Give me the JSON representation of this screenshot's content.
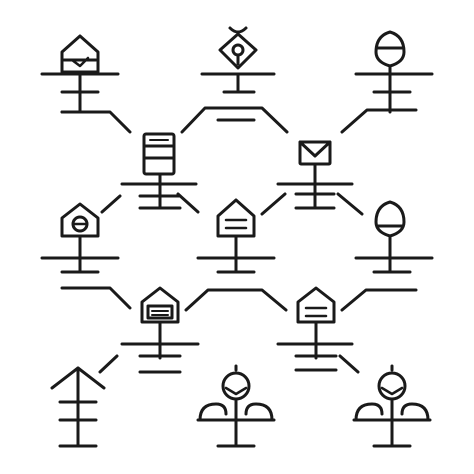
{
  "palette": {
    "background": "#ffffff",
    "ink": "#1a1a1a"
  },
  "icons": [
    {
      "id": "house-check",
      "kind": "house-check-icon"
    },
    {
      "id": "location-pin",
      "kind": "location-pin-icon"
    },
    {
      "id": "balloon-top-right",
      "kind": "balloon-icon"
    },
    {
      "id": "server",
      "kind": "server-icon"
    },
    {
      "id": "mail",
      "kind": "mail-icon"
    },
    {
      "id": "house-face",
      "kind": "house-face-icon"
    },
    {
      "id": "house-doc-center",
      "kind": "house-document-icon"
    },
    {
      "id": "balloon-mid-right",
      "kind": "balloon-icon"
    },
    {
      "id": "house-doc-left",
      "kind": "house-document-icon"
    },
    {
      "id": "house-doc-right",
      "kind": "house-document-icon"
    },
    {
      "id": "tree",
      "kind": "tree-icon"
    },
    {
      "id": "scale-person-left",
      "kind": "scale-person-icon"
    },
    {
      "id": "scale-person-right",
      "kind": "scale-person-icon"
    }
  ]
}
